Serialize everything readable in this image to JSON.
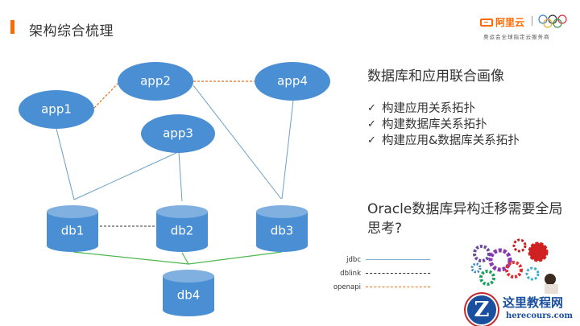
{
  "header": {
    "title": "架构综合梳理",
    "accent_color": "#ff6a00"
  },
  "logo": {
    "brand": "阿里云",
    "slogan": "奥运会全球指定云服务商",
    "icon": "olympic-rings-icon"
  },
  "diagram": {
    "node_color": "#4a8fd4",
    "app_nodes": [
      {
        "id": "app1",
        "label": "app1"
      },
      {
        "id": "app2",
        "label": "app2"
      },
      {
        "id": "app3",
        "label": "app3"
      },
      {
        "id": "app4",
        "label": "app4"
      }
    ],
    "db_nodes": [
      {
        "id": "db1",
        "label": "db1"
      },
      {
        "id": "db2",
        "label": "db2"
      },
      {
        "id": "db3",
        "label": "db3"
      },
      {
        "id": "db4",
        "label": "db4"
      }
    ],
    "edges": [
      {
        "from": "app1",
        "to": "db1",
        "type": "jdbc"
      },
      {
        "from": "app3",
        "to": "db1",
        "type": "jdbc"
      },
      {
        "from": "app3",
        "to": "db2",
        "type": "jdbc"
      },
      {
        "from": "app2",
        "to": "db3",
        "type": "jdbc"
      },
      {
        "from": "app4",
        "to": "db3",
        "type": "jdbc"
      },
      {
        "from": "app1",
        "to": "app2",
        "type": "openapi"
      },
      {
        "from": "app2",
        "to": "app4",
        "type": "openapi"
      },
      {
        "from": "db1",
        "to": "db2",
        "type": "dblink"
      },
      {
        "from": "db1",
        "to": "db4",
        "type": "sync"
      },
      {
        "from": "db2",
        "to": "db4",
        "type": "sync"
      },
      {
        "from": "db3",
        "to": "db4",
        "type": "sync"
      }
    ],
    "legend": [
      {
        "label": "jdbc",
        "style": "solid",
        "color": "#7fb0d0"
      },
      {
        "label": "dblink",
        "style": "dashed",
        "color": "#333333"
      },
      {
        "label": "openapi",
        "style": "dashed",
        "color": "#e07020"
      }
    ]
  },
  "content": {
    "heading1": "数据库和应用联合画像",
    "checklist": [
      "构建应用关系拓扑",
      "构建数据库关系拓扑",
      "构建应用&数据库关系拓扑"
    ],
    "check_icon": "✓",
    "heading2": "Oracle数据库异构迁移需要全局思考?"
  },
  "watermark": {
    "letter": "Z",
    "title": "这里教程网",
    "url": "herecours.com"
  }
}
